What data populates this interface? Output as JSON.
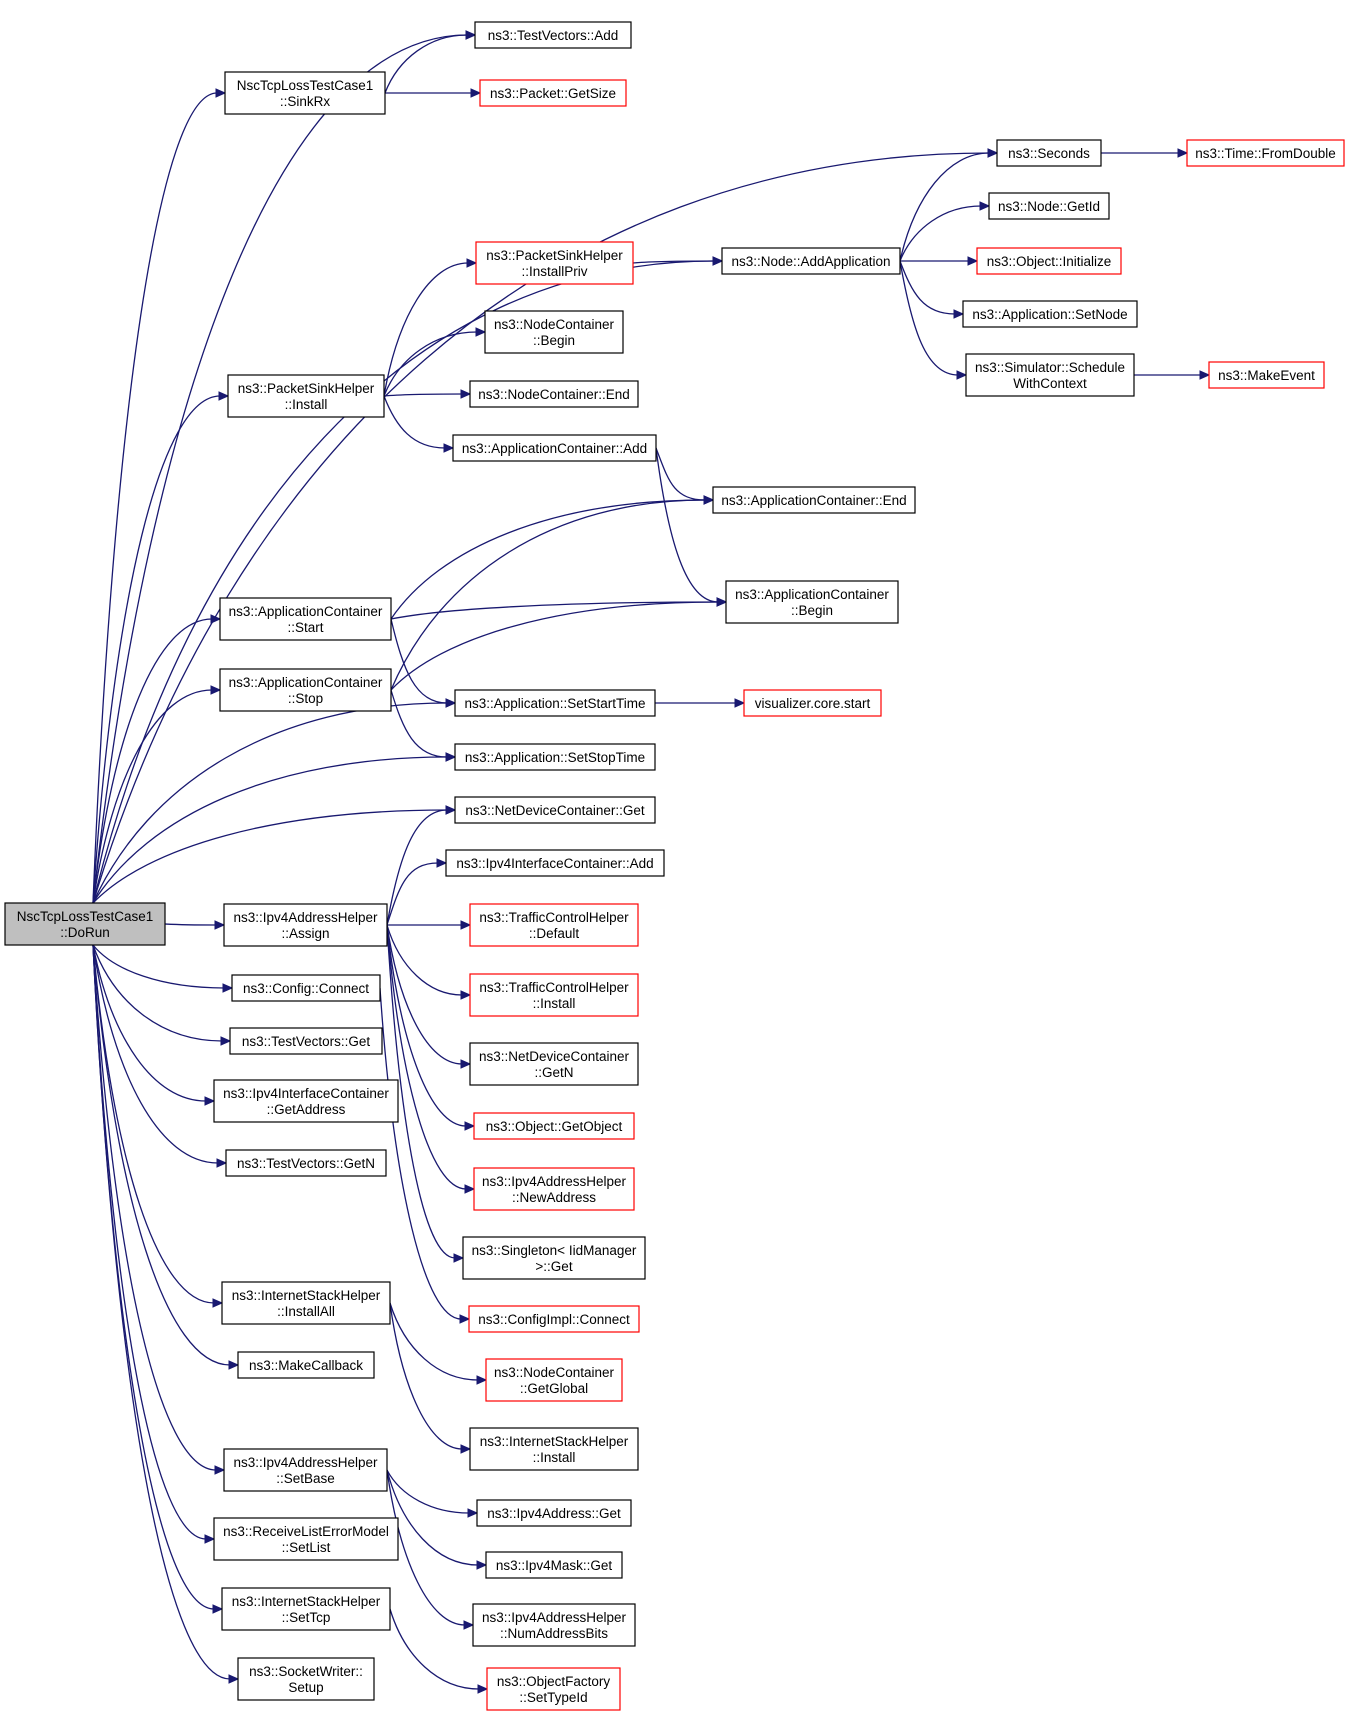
{
  "graph": {
    "root": "n_dorun",
    "nodes": [
      {
        "id": "n_dorun",
        "lines": [
          "NscTcpLossTestCase1",
          "::DoRun"
        ],
        "kind": "root"
      },
      {
        "id": "n_tv_add",
        "lines": [
          "ns3::TestVectors::Add"
        ],
        "kind": "normal"
      },
      {
        "id": "n_sinkrx",
        "lines": [
          "NscTcpLossTestCase1",
          "::SinkRx"
        ],
        "kind": "normal"
      },
      {
        "id": "n_pkt_getsize",
        "lines": [
          "ns3::Packet::GetSize"
        ],
        "kind": "red"
      },
      {
        "id": "n_seconds",
        "lines": [
          "ns3::Seconds"
        ],
        "kind": "normal"
      },
      {
        "id": "n_time_fromdouble",
        "lines": [
          "ns3::Time::FromDouble"
        ],
        "kind": "red"
      },
      {
        "id": "n_node_getid",
        "lines": [
          "ns3::Node::GetId"
        ],
        "kind": "normal"
      },
      {
        "id": "n_psh_installpriv",
        "lines": [
          "ns3::PacketSinkHelper",
          "::InstallPriv"
        ],
        "kind": "red"
      },
      {
        "id": "n_node_addapp",
        "lines": [
          "ns3::Node::AddApplication"
        ],
        "kind": "normal"
      },
      {
        "id": "n_obj_init",
        "lines": [
          "ns3::Object::Initialize"
        ],
        "kind": "red"
      },
      {
        "id": "n_app_setnode",
        "lines": [
          "ns3::Application::SetNode"
        ],
        "kind": "normal"
      },
      {
        "id": "n_nc_begin",
        "lines": [
          "ns3::NodeContainer",
          "::Begin"
        ],
        "kind": "normal"
      },
      {
        "id": "n_sim_schedule",
        "lines": [
          "ns3::Simulator::Schedule",
          "WithContext"
        ],
        "kind": "normal"
      },
      {
        "id": "n_makeevent",
        "lines": [
          "ns3::MakeEvent"
        ],
        "kind": "red"
      },
      {
        "id": "n_psh_install",
        "lines": [
          "ns3::PacketSinkHelper",
          "::Install"
        ],
        "kind": "normal"
      },
      {
        "id": "n_nc_end",
        "lines": [
          "ns3::NodeContainer::End"
        ],
        "kind": "normal"
      },
      {
        "id": "n_ac_add",
        "lines": [
          "ns3::ApplicationContainer::Add"
        ],
        "kind": "normal"
      },
      {
        "id": "n_ac_end",
        "lines": [
          "ns3::ApplicationContainer::End"
        ],
        "kind": "normal"
      },
      {
        "id": "n_ac_start",
        "lines": [
          "ns3::ApplicationContainer",
          "::Start"
        ],
        "kind": "normal"
      },
      {
        "id": "n_ac_begin",
        "lines": [
          "ns3::ApplicationContainer",
          "::Begin"
        ],
        "kind": "normal"
      },
      {
        "id": "n_ac_stop",
        "lines": [
          "ns3::ApplicationContainer",
          "::Stop"
        ],
        "kind": "normal"
      },
      {
        "id": "n_app_setstart",
        "lines": [
          "ns3::Application::SetStartTime"
        ],
        "kind": "normal"
      },
      {
        "id": "n_vis_start",
        "lines": [
          "visualizer.core.start"
        ],
        "kind": "red"
      },
      {
        "id": "n_app_setstop",
        "lines": [
          "ns3::Application::SetStopTime"
        ],
        "kind": "normal"
      },
      {
        "id": "n_ndc_get",
        "lines": [
          "ns3::NetDeviceContainer::Get"
        ],
        "kind": "normal"
      },
      {
        "id": "n_iic_add",
        "lines": [
          "ns3::Ipv4InterfaceContainer::Add"
        ],
        "kind": "normal"
      },
      {
        "id": "n_iah_assign",
        "lines": [
          "ns3::Ipv4AddressHelper",
          "::Assign"
        ],
        "kind": "normal"
      },
      {
        "id": "n_tch_default",
        "lines": [
          "ns3::TrafficControlHelper",
          "::Default"
        ],
        "kind": "red"
      },
      {
        "id": "n_cfg_connect",
        "lines": [
          "ns3::Config::Connect"
        ],
        "kind": "normal"
      },
      {
        "id": "n_tch_install",
        "lines": [
          "ns3::TrafficControlHelper",
          "::Install"
        ],
        "kind": "red"
      },
      {
        "id": "n_tv_get",
        "lines": [
          "ns3::TestVectors::Get"
        ],
        "kind": "normal"
      },
      {
        "id": "n_ndc_getn",
        "lines": [
          "ns3::NetDeviceContainer",
          "::GetN"
        ],
        "kind": "normal"
      },
      {
        "id": "n_iic_getaddr",
        "lines": [
          "ns3::Ipv4InterfaceContainer",
          "::GetAddress"
        ],
        "kind": "normal"
      },
      {
        "id": "n_obj_getobject",
        "lines": [
          "ns3::Object::GetObject"
        ],
        "kind": "red"
      },
      {
        "id": "n_tv_getn",
        "lines": [
          "ns3::TestVectors::GetN"
        ],
        "kind": "normal"
      },
      {
        "id": "n_iah_newaddr",
        "lines": [
          "ns3::Ipv4AddressHelper",
          "::NewAddress"
        ],
        "kind": "red"
      },
      {
        "id": "n_singleton_get",
        "lines": [
          "ns3::Singleton< IidManager",
          ">::Get"
        ],
        "kind": "normal"
      },
      {
        "id": "n_ish_installall",
        "lines": [
          "ns3::InternetStackHelper",
          "::InstallAll"
        ],
        "kind": "normal"
      },
      {
        "id": "n_cfgimpl_connect",
        "lines": [
          "ns3::ConfigImpl::Connect"
        ],
        "kind": "red"
      },
      {
        "id": "n_makecallback",
        "lines": [
          "ns3::MakeCallback"
        ],
        "kind": "normal"
      },
      {
        "id": "n_nc_getglobal",
        "lines": [
          "ns3::NodeContainer",
          "::GetGlobal"
        ],
        "kind": "red"
      },
      {
        "id": "n_ish_install",
        "lines": [
          "ns3::InternetStackHelper",
          "::Install"
        ],
        "kind": "normal"
      },
      {
        "id": "n_iah_setbase",
        "lines": [
          "ns3::Ipv4AddressHelper",
          "::SetBase"
        ],
        "kind": "normal"
      },
      {
        "id": "n_ipv4addr_get",
        "lines": [
          "ns3::Ipv4Address::Get"
        ],
        "kind": "normal"
      },
      {
        "id": "n_rlem_setlist",
        "lines": [
          "ns3::ReceiveListErrorModel",
          "::SetList"
        ],
        "kind": "normal"
      },
      {
        "id": "n_ipv4mask_get",
        "lines": [
          "ns3::Ipv4Mask::Get"
        ],
        "kind": "normal"
      },
      {
        "id": "n_ish_settcp",
        "lines": [
          "ns3::InternetStackHelper",
          "::SetTcp"
        ],
        "kind": "normal"
      },
      {
        "id": "n_iah_numbits",
        "lines": [
          "ns3::Ipv4AddressHelper",
          "::NumAddressBits"
        ],
        "kind": "normal"
      },
      {
        "id": "n_sw_setup",
        "lines": [
          "ns3::SocketWriter::",
          "Setup"
        ],
        "kind": "normal"
      },
      {
        "id": "n_of_settypeid",
        "lines": [
          "ns3::ObjectFactory",
          "::SetTypeId"
        ],
        "kind": "red"
      }
    ],
    "edges": [
      [
        "n_dorun",
        "n_tv_add"
      ],
      [
        "n_dorun",
        "n_sinkrx"
      ],
      [
        "n_dorun",
        "n_seconds"
      ],
      [
        "n_dorun",
        "n_node_addapp"
      ],
      [
        "n_dorun",
        "n_psh_install"
      ],
      [
        "n_dorun",
        "n_ac_start"
      ],
      [
        "n_dorun",
        "n_ac_stop"
      ],
      [
        "n_dorun",
        "n_app_setstart"
      ],
      [
        "n_dorun",
        "n_app_setstop"
      ],
      [
        "n_dorun",
        "n_ndc_get"
      ],
      [
        "n_dorun",
        "n_iah_assign"
      ],
      [
        "n_dorun",
        "n_cfg_connect"
      ],
      [
        "n_dorun",
        "n_tv_get"
      ],
      [
        "n_dorun",
        "n_iic_getaddr"
      ],
      [
        "n_dorun",
        "n_tv_getn"
      ],
      [
        "n_dorun",
        "n_ish_installall"
      ],
      [
        "n_dorun",
        "n_makecallback"
      ],
      [
        "n_dorun",
        "n_iah_setbase"
      ],
      [
        "n_dorun",
        "n_rlem_setlist"
      ],
      [
        "n_dorun",
        "n_ish_settcp"
      ],
      [
        "n_dorun",
        "n_sw_setup"
      ],
      [
        "n_sinkrx",
        "n_tv_add"
      ],
      [
        "n_sinkrx",
        "n_pkt_getsize"
      ],
      [
        "n_seconds",
        "n_time_fromdouble"
      ],
      [
        "n_node_addapp",
        "n_seconds"
      ],
      [
        "n_node_addapp",
        "n_node_getid"
      ],
      [
        "n_node_addapp",
        "n_obj_init"
      ],
      [
        "n_node_addapp",
        "n_app_setnode"
      ],
      [
        "n_node_addapp",
        "n_sim_schedule"
      ],
      [
        "n_sim_schedule",
        "n_makeevent"
      ],
      [
        "n_psh_installpriv",
        "n_node_addapp"
      ],
      [
        "n_psh_install",
        "n_psh_installpriv"
      ],
      [
        "n_psh_install",
        "n_nc_begin"
      ],
      [
        "n_psh_install",
        "n_nc_end"
      ],
      [
        "n_psh_install",
        "n_ac_add"
      ],
      [
        "n_ac_add",
        "n_ac_end"
      ],
      [
        "n_ac_add",
        "n_ac_begin"
      ],
      [
        "n_ac_start",
        "n_ac_end"
      ],
      [
        "n_ac_start",
        "n_ac_begin"
      ],
      [
        "n_ac_start",
        "n_app_setstart"
      ],
      [
        "n_ac_stop",
        "n_ac_end"
      ],
      [
        "n_ac_stop",
        "n_ac_begin"
      ],
      [
        "n_ac_stop",
        "n_app_setstop"
      ],
      [
        "n_app_setstart",
        "n_vis_start"
      ],
      [
        "n_iah_assign",
        "n_ndc_get"
      ],
      [
        "n_iah_assign",
        "n_iic_add"
      ],
      [
        "n_iah_assign",
        "n_tch_default"
      ],
      [
        "n_iah_assign",
        "n_tch_install"
      ],
      [
        "n_iah_assign",
        "n_ndc_getn"
      ],
      [
        "n_iah_assign",
        "n_obj_getobject"
      ],
      [
        "n_iah_assign",
        "n_iah_newaddr"
      ],
      [
        "n_iah_assign",
        "n_singleton_get"
      ],
      [
        "n_cfg_connect",
        "n_cfgimpl_connect"
      ],
      [
        "n_ish_installall",
        "n_nc_getglobal"
      ],
      [
        "n_ish_installall",
        "n_ish_install"
      ],
      [
        "n_iah_setbase",
        "n_ipv4addr_get"
      ],
      [
        "n_iah_setbase",
        "n_ipv4mask_get"
      ],
      [
        "n_iah_setbase",
        "n_iah_numbits"
      ],
      [
        "n_ish_settcp",
        "n_of_settypeid"
      ]
    ]
  },
  "colors": {
    "edge": "#191970",
    "box_border": "#000000",
    "box_border_undocumented": "#ff0000",
    "root_fill": "#bfbfbf",
    "background": "#ffffff"
  }
}
